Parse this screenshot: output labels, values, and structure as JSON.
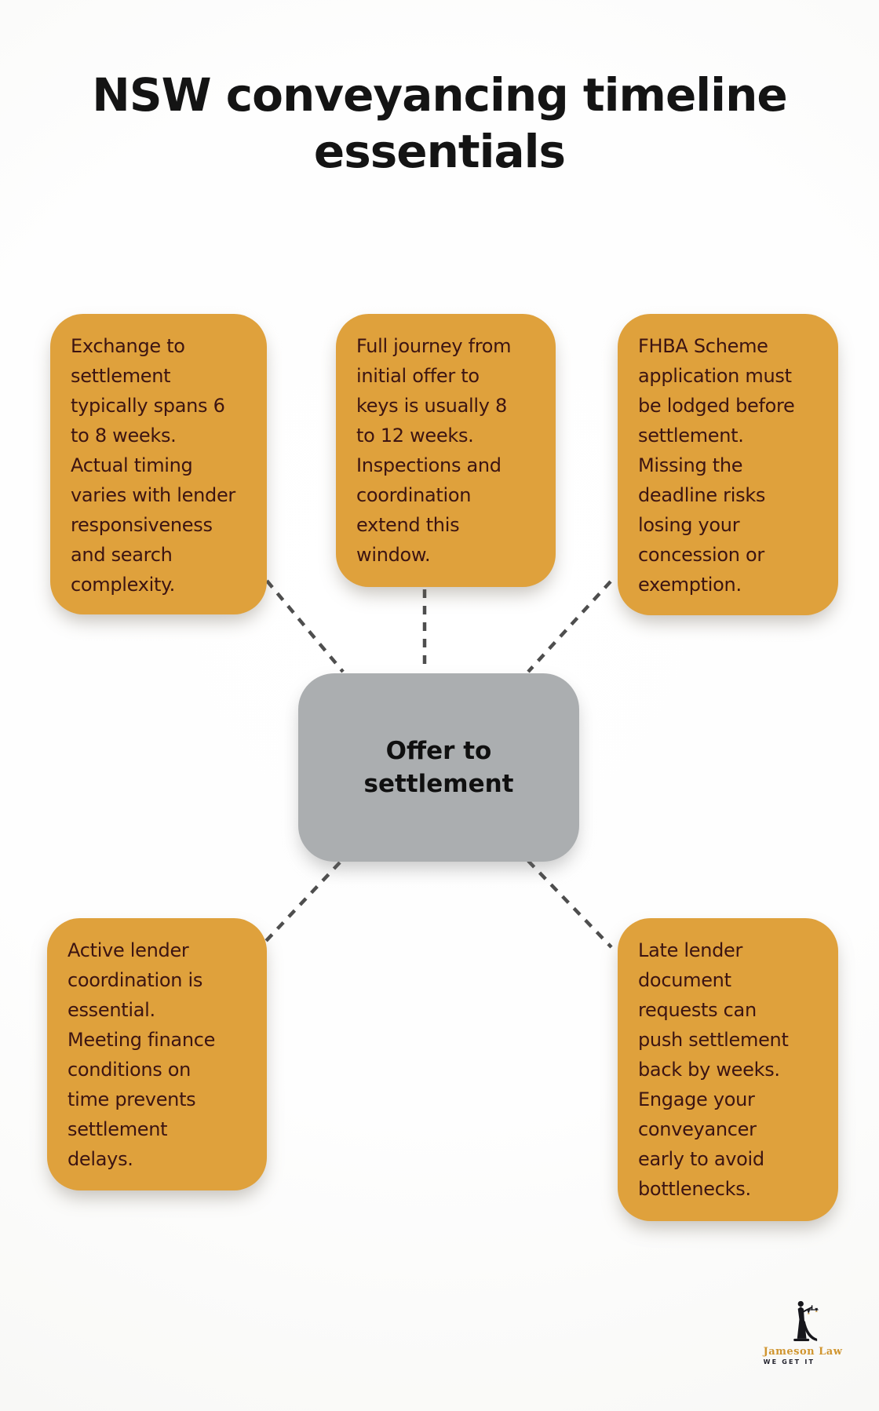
{
  "title": "NSW conveyancing timeline\nessentials",
  "center_node": {
    "label": "Offer to\nsettlement"
  },
  "cards": [
    {
      "id": "exchange-to-settlement",
      "text": "Exchange to\nsettlement\ntypically spans 6\nto 8 weeks.\nActual timing\nvaries with lender\nresponsiveness\nand search\ncomplexity."
    },
    {
      "id": "full-journey",
      "text": "Full journey from\ninitial offer to\nkeys is usually 8\nto 12 weeks.\nInspections and\ncoordination\nextend this\nwindow."
    },
    {
      "id": "fhba-scheme",
      "text": "FHBA Scheme\napplication must\nbe lodged before\nsettlement.\nMissing the\ndeadline risks\nlosing your\nconcession or\nexemption."
    },
    {
      "id": "lender-coordination",
      "text": "Active lender\ncoordination is\nessential.\nMeeting finance\nconditions on\ntime prevents\nsettlement\ndelays."
    },
    {
      "id": "late-lender-documents",
      "text": "Late lender\ndocument\nrequests can\npush settlement\nback by weeks.\nEngage your\nconveyancer\nearly to avoid\nbottlenecks."
    }
  ],
  "logo": {
    "name": "Jameson Law",
    "tagline": "WE GET IT"
  },
  "colors": {
    "card_background": "#DFA13C",
    "card_text": "#3C1412",
    "center_background": "#ABAEB0",
    "center_text": "#101010",
    "connector": "#4E4E4E",
    "title_text": "#141414",
    "logo_gold": "#D0952F"
  }
}
